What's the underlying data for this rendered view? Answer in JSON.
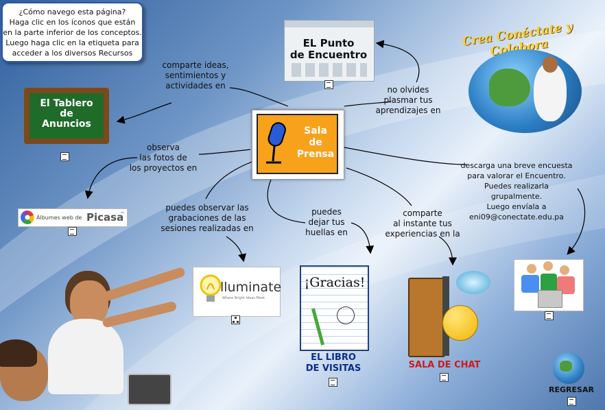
{
  "help_text": [
    "¿Cómo navego esta página?",
    "Haga clic en los íconos que están",
    "en la parte inferior de los conceptos.",
    "Luego haga clic en la etiqueta para",
    "acceder a los diversos Recursos"
  ],
  "center": {
    "line1": "Sala",
    "line2": "de",
    "line3": "Prensa"
  },
  "punto": {
    "line1": "EL Punto",
    "line2": "de Encuentro"
  },
  "tablero": {
    "line1": "El Tablero",
    "line2": "de",
    "line3": "Anuncios"
  },
  "banner": "Crea Conéctate y Colabora",
  "picasa": {
    "prefix": "Álbumes web de",
    "brand": "Picasa",
    "tm": "™"
  },
  "elluminate": {
    "brand": "lluminate",
    "tagline": "Where Bright Ideas Meet"
  },
  "gracias": "¡Gracias!",
  "libro": {
    "line1": "EL LIBRO",
    "line2": "DE VISITAS"
  },
  "chat": "SALA DE CHAT",
  "regresar": "REGRESAR",
  "links": {
    "comparte_ideas": [
      "comparte ideas,",
      "sentimientos y",
      "actividades en"
    ],
    "no_olvides": [
      "no olvides",
      "plasmar tus",
      "aprendizajes en"
    ],
    "observa": [
      "observa",
      "las fotos de",
      "los proyectos en"
    ],
    "grabaciones": [
      "puedes observar las",
      "grabaciones de las",
      "sesiones realizadas en"
    ],
    "huellas": [
      "puedes",
      "dejar tus",
      "huellas en"
    ],
    "comparte_instante": [
      "comparte",
      "al instante tus",
      "experiencias en la"
    ],
    "encuesta": [
      "descarga una breve encuesta",
      "para valorar el Encuentro.",
      "Puedes realizarla grupalmente.",
      "Luego envíala a",
      "eni09@conectate.edu.pa"
    ]
  },
  "colors": {
    "accent_orange": "#f7a21a",
    "tablero_green": "#1f6b2a",
    "title_blue": "#0b2d8a",
    "chat_red": "#d11a1a"
  }
}
